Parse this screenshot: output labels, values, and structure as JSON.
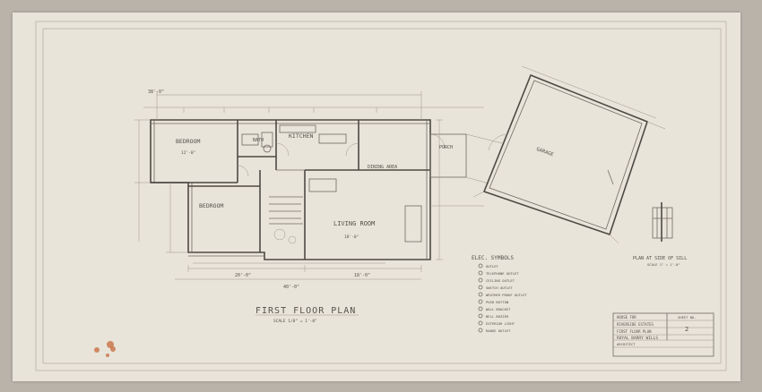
{
  "drawing": {
    "title": "FIRST FLOOR PLAN",
    "plan_scale": "SCALE 1/8\" = 1'-0\"",
    "detail_title": "PLAN AT SIDE OF SILL",
    "detail_scale": "SCALE 1\" = 1'-0\"",
    "sheet_number": "2"
  },
  "rooms": {
    "bedroom_1": "BEDROOM",
    "bedroom_2": "BEDROOM",
    "bath": "BATH",
    "kitchen": "KITCHEN",
    "dining": "DINING AREA",
    "living": "LIVING ROOM",
    "porch": "PORCH",
    "garage": "GARAGE"
  },
  "dimensions": {
    "overall_top": "38'-0\"",
    "overall_bottom": "40'-0\"",
    "bottom_a": "20'-0\"",
    "bottom_b": "18'-0\"",
    "bedroom_1_size": "12'-0\"",
    "living_size": "18'-0\""
  },
  "legend": {
    "title": "ELEC. SYMBOLS",
    "items": [
      "OUTLET",
      "TELEPHONE OUTLET",
      "CEILING OUTLET",
      "SWITCH OUTLET",
      "WEATHER PROOF OUTLET",
      "PUSH BUTTON",
      "WALL BRACKET",
      "BELL BUZZER",
      "EXTERIOR LIGHT",
      "RANGE OUTLET"
    ]
  },
  "title_block": {
    "lines": [
      "HOUSE FOR",
      "RIVERSIDE ESTATES",
      "FIRST FLOOR PLAN",
      "ROYAL BARRY WILLS",
      "ARCHITECT"
    ],
    "sheet_label": "SHEET NO."
  },
  "colors": {
    "paper": "#e9e4da",
    "pencil": "#6f6a62",
    "stain": "#c46a3a"
  }
}
